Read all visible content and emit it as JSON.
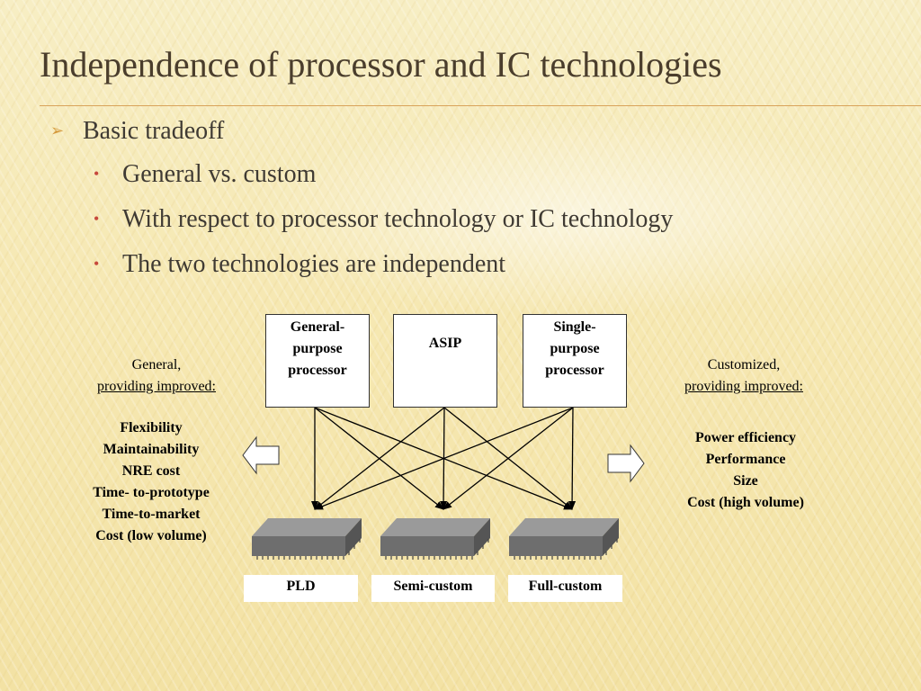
{
  "title": "Independence of processor and IC technologies",
  "bullets": {
    "level1": "Basic tradeoff",
    "level2": [
      "General vs. custom",
      "With respect to processor technology or IC technology",
      "The two technologies are independent"
    ]
  },
  "diagram": {
    "processors": [
      {
        "lines": [
          "General-",
          "purpose",
          "processor"
        ]
      },
      {
        "lines": [
          "ASIP"
        ]
      },
      {
        "lines": [
          "Single-",
          "purpose",
          "processor"
        ]
      }
    ],
    "chips": [
      "PLD",
      "Semi-custom",
      "Full-custom"
    ],
    "left": {
      "heading": "General,",
      "subheading": "providing improved:",
      "items": [
        "Flexibility",
        "Maintainability",
        "NRE cost",
        "Time- to-prototype",
        "Time-to-market",
        "Cost (low volume)"
      ]
    },
    "right": {
      "heading": "Customized,",
      "subheading": "providing improved:",
      "items": [
        "Power efficiency",
        "Performance",
        "Size",
        "Cost (high volume)"
      ]
    }
  },
  "colors": {
    "title_text": "#4a3d2c",
    "rule": "#d9a35a",
    "level1_marker": "#d59a3d",
    "level2_marker": "#c6483c",
    "chip_body": "#6e6e6e"
  }
}
